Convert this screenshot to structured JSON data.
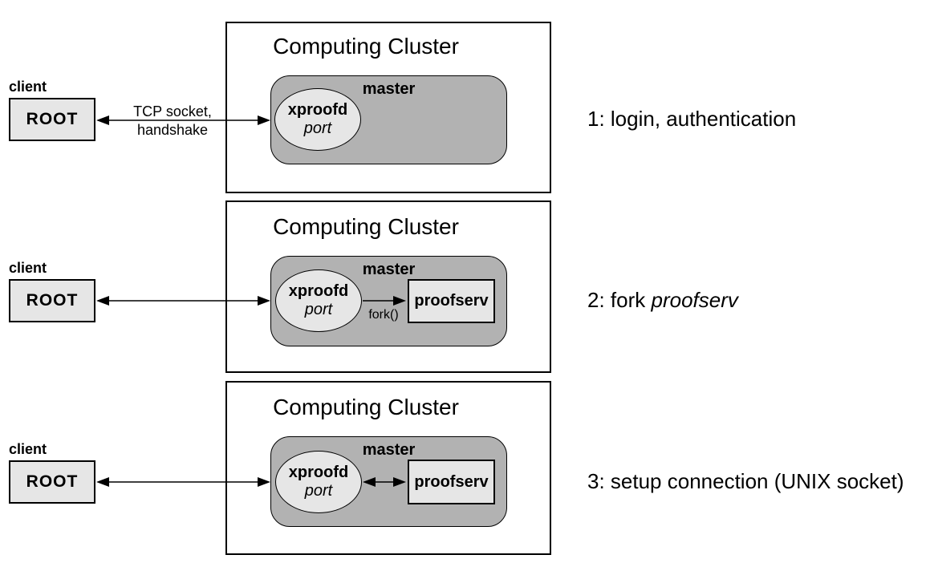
{
  "colors": {
    "master_fill": "#b2b2b2",
    "node_fill": "#e6e6e6",
    "line": "#000000",
    "background": "#ffffff"
  },
  "rows": [
    {
      "client_label": "client",
      "client_node": "ROOT",
      "cluster_title": "Computing Cluster",
      "master_label": "master",
      "daemon_name": "xproofd",
      "daemon_port": "port",
      "link_label_line1": "TCP socket,",
      "link_label_line2": "handshake",
      "step_label": "1: login, authentication"
    },
    {
      "client_label": "client",
      "client_node": "ROOT",
      "cluster_title": "Computing Cluster",
      "master_label": "master",
      "daemon_name": "xproofd",
      "daemon_port": "port",
      "worker_label": "proofserv",
      "fork_label": "fork()",
      "step_prefix": "2: fork ",
      "step_italic": "proofserv"
    },
    {
      "client_label": "client",
      "client_node": "ROOT",
      "cluster_title": "Computing Cluster",
      "master_label": "master",
      "daemon_name": "xproofd",
      "daemon_port": "port",
      "worker_label": "proofserv",
      "step_label": "3: setup connection (UNIX socket)"
    }
  ]
}
